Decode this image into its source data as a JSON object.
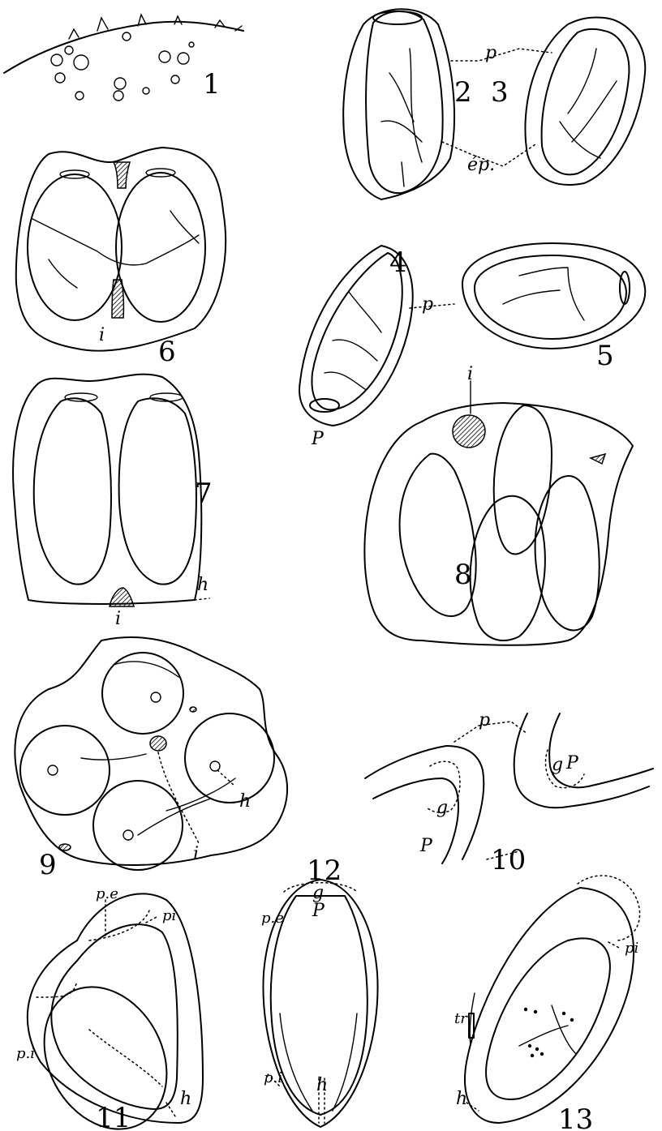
{
  "plate": {
    "figure_numbers": [
      "1",
      "2",
      "3",
      "4",
      "5",
      "6",
      "7",
      "8",
      "9",
      "10",
      "11",
      "12",
      "13"
    ],
    "labels": {
      "p": "p",
      "ep": "ép.",
      "P": "P",
      "i": "i",
      "h": "h",
      "g": "g",
      "pe": "p.e",
      "pi": "pi",
      "pi_dot": "p.i",
      "tr": "tr"
    }
  }
}
